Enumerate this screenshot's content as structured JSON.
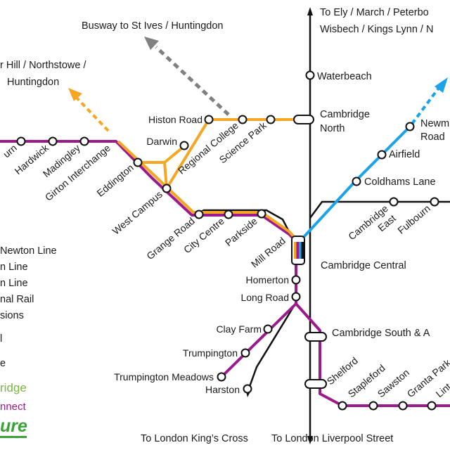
{
  "colors": {
    "purple": "#9b1b8c",
    "orange": "#f5a623",
    "blue": "#1aa3e8",
    "grey": "#808080",
    "black": "#111111",
    "green": "#3aa335"
  },
  "destinations": {
    "busway_st_ives": "Busway to St Ives / Huntingdon",
    "northstowe_line1": "r Hill / Northstowe /",
    "northstowe_line2": "Huntingdon",
    "ely_line1": "To Ely / March / Peterbo",
    "ely_line2": "Wisbech / Kings Lynn / N",
    "kings_cross": "To London King’s Cross",
    "liverpool_street": "To London Liverpool Street"
  },
  "stations": {
    "bourn": "urn",
    "hardwick": "Hardwick",
    "madingley": "Madingley",
    "girton": "Girton Interchange",
    "eddington": "Eddington",
    "west_campus": "West Campus",
    "grange_road": "Grange Road",
    "city_centre": "City Centre",
    "parkside": "Parkside",
    "mill_road": "Mill Road",
    "histon_road": "Histon Road",
    "darwin": "Darwin",
    "regional_college": "Regional College",
    "science_park": "Science Park",
    "cambridge_north_1": "Cambridge",
    "cambridge_north_2": "North",
    "waterbeach": "Waterbeach",
    "newmarket_road_1": "Newm",
    "newmarket_road_2": "Road",
    "airfield": "Airfield",
    "coldhams_lane": "Coldhams Lane",
    "cambridge_east_1": "Cambridge",
    "cambridge_east_2": "East",
    "fulbourn": "Fulbourn",
    "cambridge_central": "Cambridge Central",
    "homerton": "Homerton",
    "long_road": "Long Road",
    "clay_farm": "Clay Farm",
    "trumpington": "Trumpington",
    "trumpington_meadows": "Trumpington Meadows",
    "cambridge_south": "Cambridge South & A",
    "harston": "Harston",
    "shelford": "Shelford",
    "stapleford": "Stapleford",
    "sawston": "Sawston",
    "granta_park": "Granta Park",
    "linton": "Lint"
  },
  "legend": {
    "items": [
      "Newton Line",
      "n Line",
      "n Line",
      "nal Rail",
      "sions",
      "l",
      "e"
    ],
    "logo1": "ridge",
    "logo2": "nnect",
    "logo3": "ure"
  }
}
